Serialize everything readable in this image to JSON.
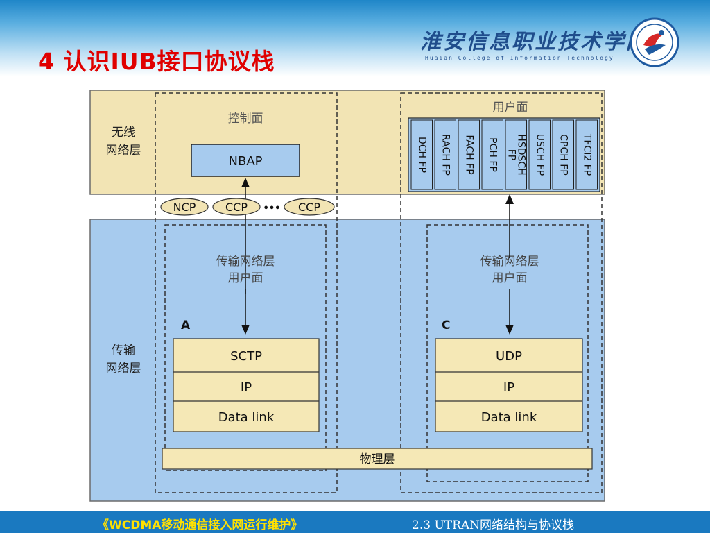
{
  "slide": {
    "title": "4 认识IUB接口协议栈",
    "college_cn": "淮安信息职业技术学院",
    "college_en": "Huaian College of Information Technology"
  },
  "footer": {
    "left": "《WCDMA移动通信接入网运行维护》",
    "right": "2.3 UTRAN网络结构与协议栈"
  },
  "diagram": {
    "radio_layer_label": [
      "无线",
      "网络层"
    ],
    "transport_layer_label": [
      "传输",
      "网络层"
    ],
    "control_plane": "控制面",
    "user_plane": "用户面",
    "nbap": "NBAP",
    "link_ovals": [
      "NCP",
      "CCP",
      "CCP"
    ],
    "ellipsis": "•••",
    "fp_boxes": [
      [
        "DCH FP"
      ],
      [
        "RACH FP"
      ],
      [
        "FACH FP"
      ],
      [
        "PCH FP"
      ],
      [
        "HSDSCH",
        "FP"
      ],
      [
        "USCH FP"
      ],
      [
        "CPCH FP"
      ],
      [
        "TFCI2 FP"
      ]
    ],
    "tnl_user_plane_left": [
      "传输网络层",
      "用户面"
    ],
    "tnl_user_plane_right": [
      "传输网络层",
      "用户面"
    ],
    "label_a": "A",
    "label_c": "C",
    "stack_a": [
      "SCTP",
      "IP",
      "Data link"
    ],
    "stack_c": [
      "UDP",
      "IP",
      "Data link"
    ],
    "physical_layer": "物理层"
  },
  "colors": {
    "radio_bg": "#f2e4b4",
    "transport_bg": "#a7cbee",
    "nbap_fill": "#a7cbee",
    "stack_fill": "#f5e8b6",
    "title_red": "#e00000",
    "footer_blue": "#1a79c0",
    "footer_yellow": "#ffe000"
  }
}
